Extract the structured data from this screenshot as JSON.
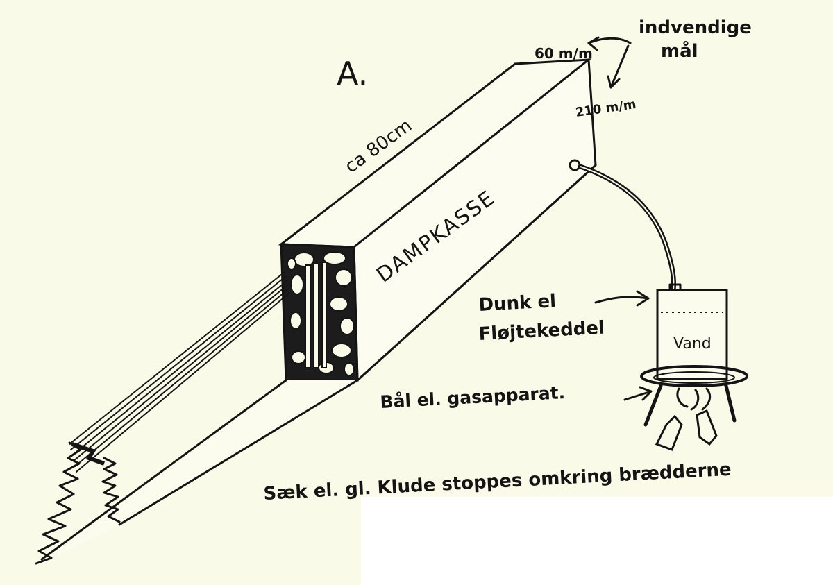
{
  "figure_label": "A.",
  "labels": {
    "length": "ca 80cm",
    "box": "DAMPKASSE",
    "width_dim": "60 m/m",
    "height_dim": "210 m/m",
    "inner_note_line1": "indvendige",
    "inner_note_line2": "mål",
    "kettle_line1": "Dunk el",
    "kettle_line2": "Fløjtekeddel",
    "water": "Vand",
    "burner": "Bål el. gasapparat.",
    "bottom_note": "Sæk el. gl. Klude stoppes omkring brædderne"
  },
  "colors": {
    "paper": "#fafae8",
    "ink": "#141414"
  }
}
